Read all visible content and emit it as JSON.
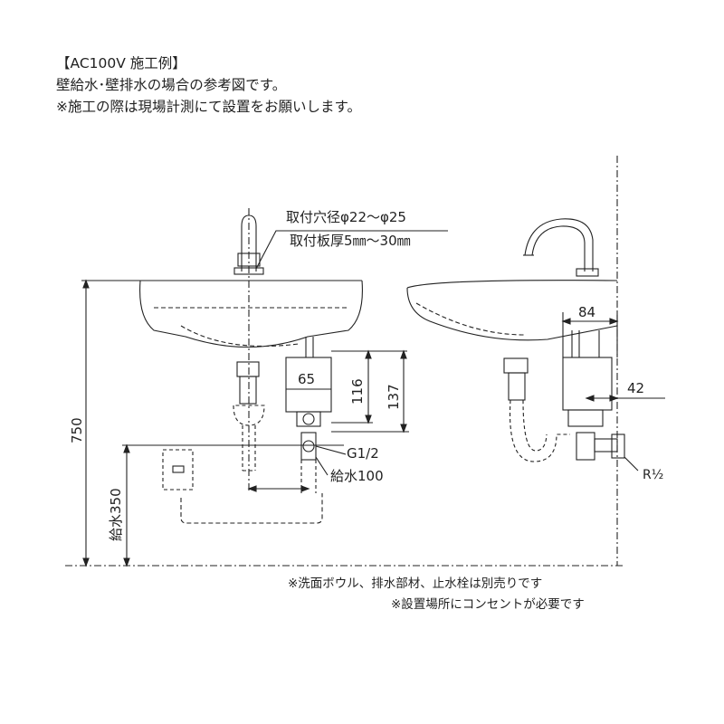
{
  "header": {
    "title": "【AC100V 施工例】",
    "line2": "壁給水･壁排水の場合の参考図です。",
    "line3": "※施工の際は現場計測にて設置をお願いします。"
  },
  "labels": {
    "hole": "取付穴径φ22～φ25",
    "plate": "取付板厚5㎜～30㎜",
    "d65": "65",
    "d116": "116",
    "d137": "137",
    "d750": "750",
    "supply350": "給水350",
    "g12": "G1/2",
    "supply100": "給水100",
    "d84": "84",
    "d42": "42",
    "r_half": "R½"
  },
  "notes": {
    "n1": "※洗面ボウル、排水部材、止水栓は別売りです",
    "n2": "※設置場所にコンセントが必要です"
  }
}
